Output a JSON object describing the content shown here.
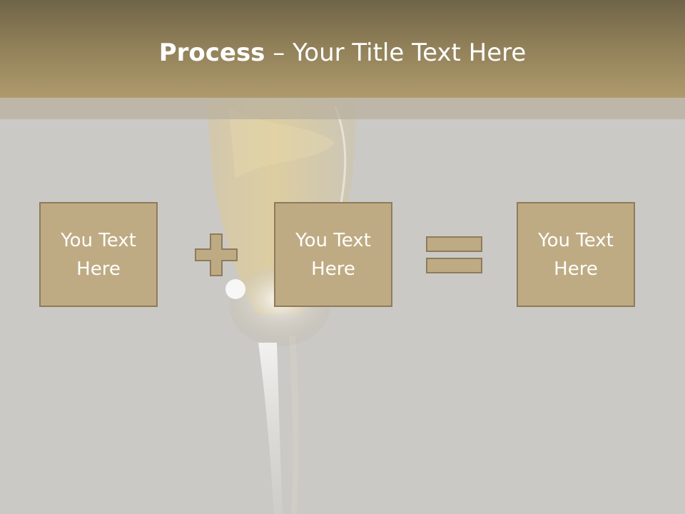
{
  "slide": {
    "title_bold": "Process",
    "title_rest": " – Your Title Text Here",
    "boxes": [
      {
        "line1": "You Text",
        "line2": "Here"
      },
      {
        "line1": "You Text",
        "line2": "Here"
      },
      {
        "line1": "You Text",
        "line2": "Here"
      }
    ],
    "operators": [
      "plus-icon",
      "equals-icon"
    ]
  },
  "colors": {
    "title_bar": "#8f7f58",
    "background": "#cbc9c5",
    "box_fill": "#bfab83",
    "box_border": "#8d7c5b",
    "text": "#ffffff"
  }
}
